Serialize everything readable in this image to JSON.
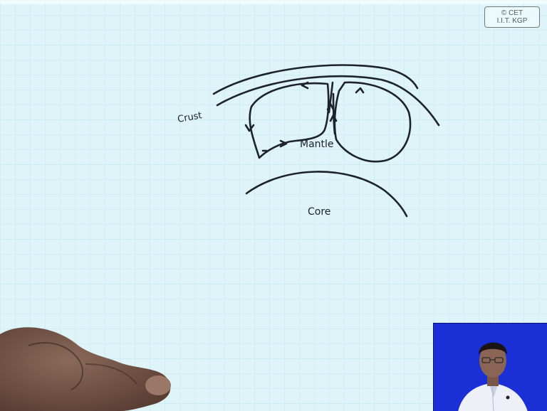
{
  "badge": {
    "line1": "© CET",
    "line2": "I.I.T. KGP"
  },
  "diagram": {
    "labels": {
      "crust": "Crust",
      "mantle": "Mantle",
      "core": "Core"
    }
  },
  "colors": {
    "paper": "#dff4f8",
    "grid": "#b9e1ea",
    "ink": "#1d2328",
    "video_background": "#1b2fd6"
  },
  "inset_video": {
    "subject": "lecturer-webcam"
  }
}
